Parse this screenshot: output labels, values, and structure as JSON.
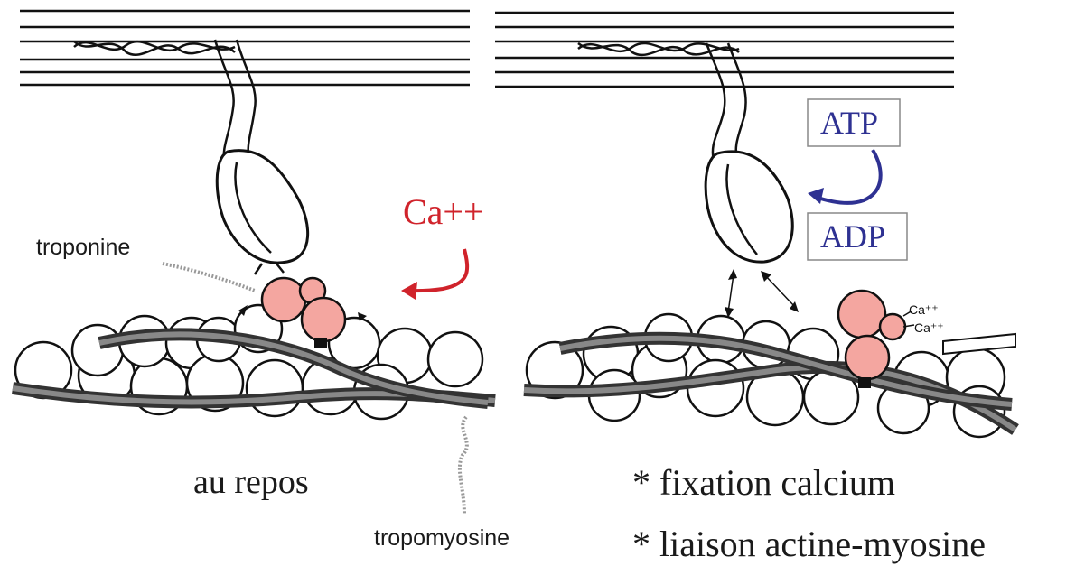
{
  "left_panel": {
    "caption": "au repos",
    "label_troponin": "troponine",
    "label_tropomyosin": "tropomyosine",
    "ion_label": "Ca++"
  },
  "right_panel": {
    "energy_in": "ATP",
    "energy_out": "ADP",
    "ion_tag_1": "Ca⁺⁺",
    "ion_tag_2": "Ca⁺⁺",
    "note_1": "* fixation calcium",
    "note_2": "* liaison actine-myosine"
  },
  "colors": {
    "calcium": "#d0232b",
    "atp": "#2e3192",
    "troponin_fill": "#f4a6a0"
  }
}
